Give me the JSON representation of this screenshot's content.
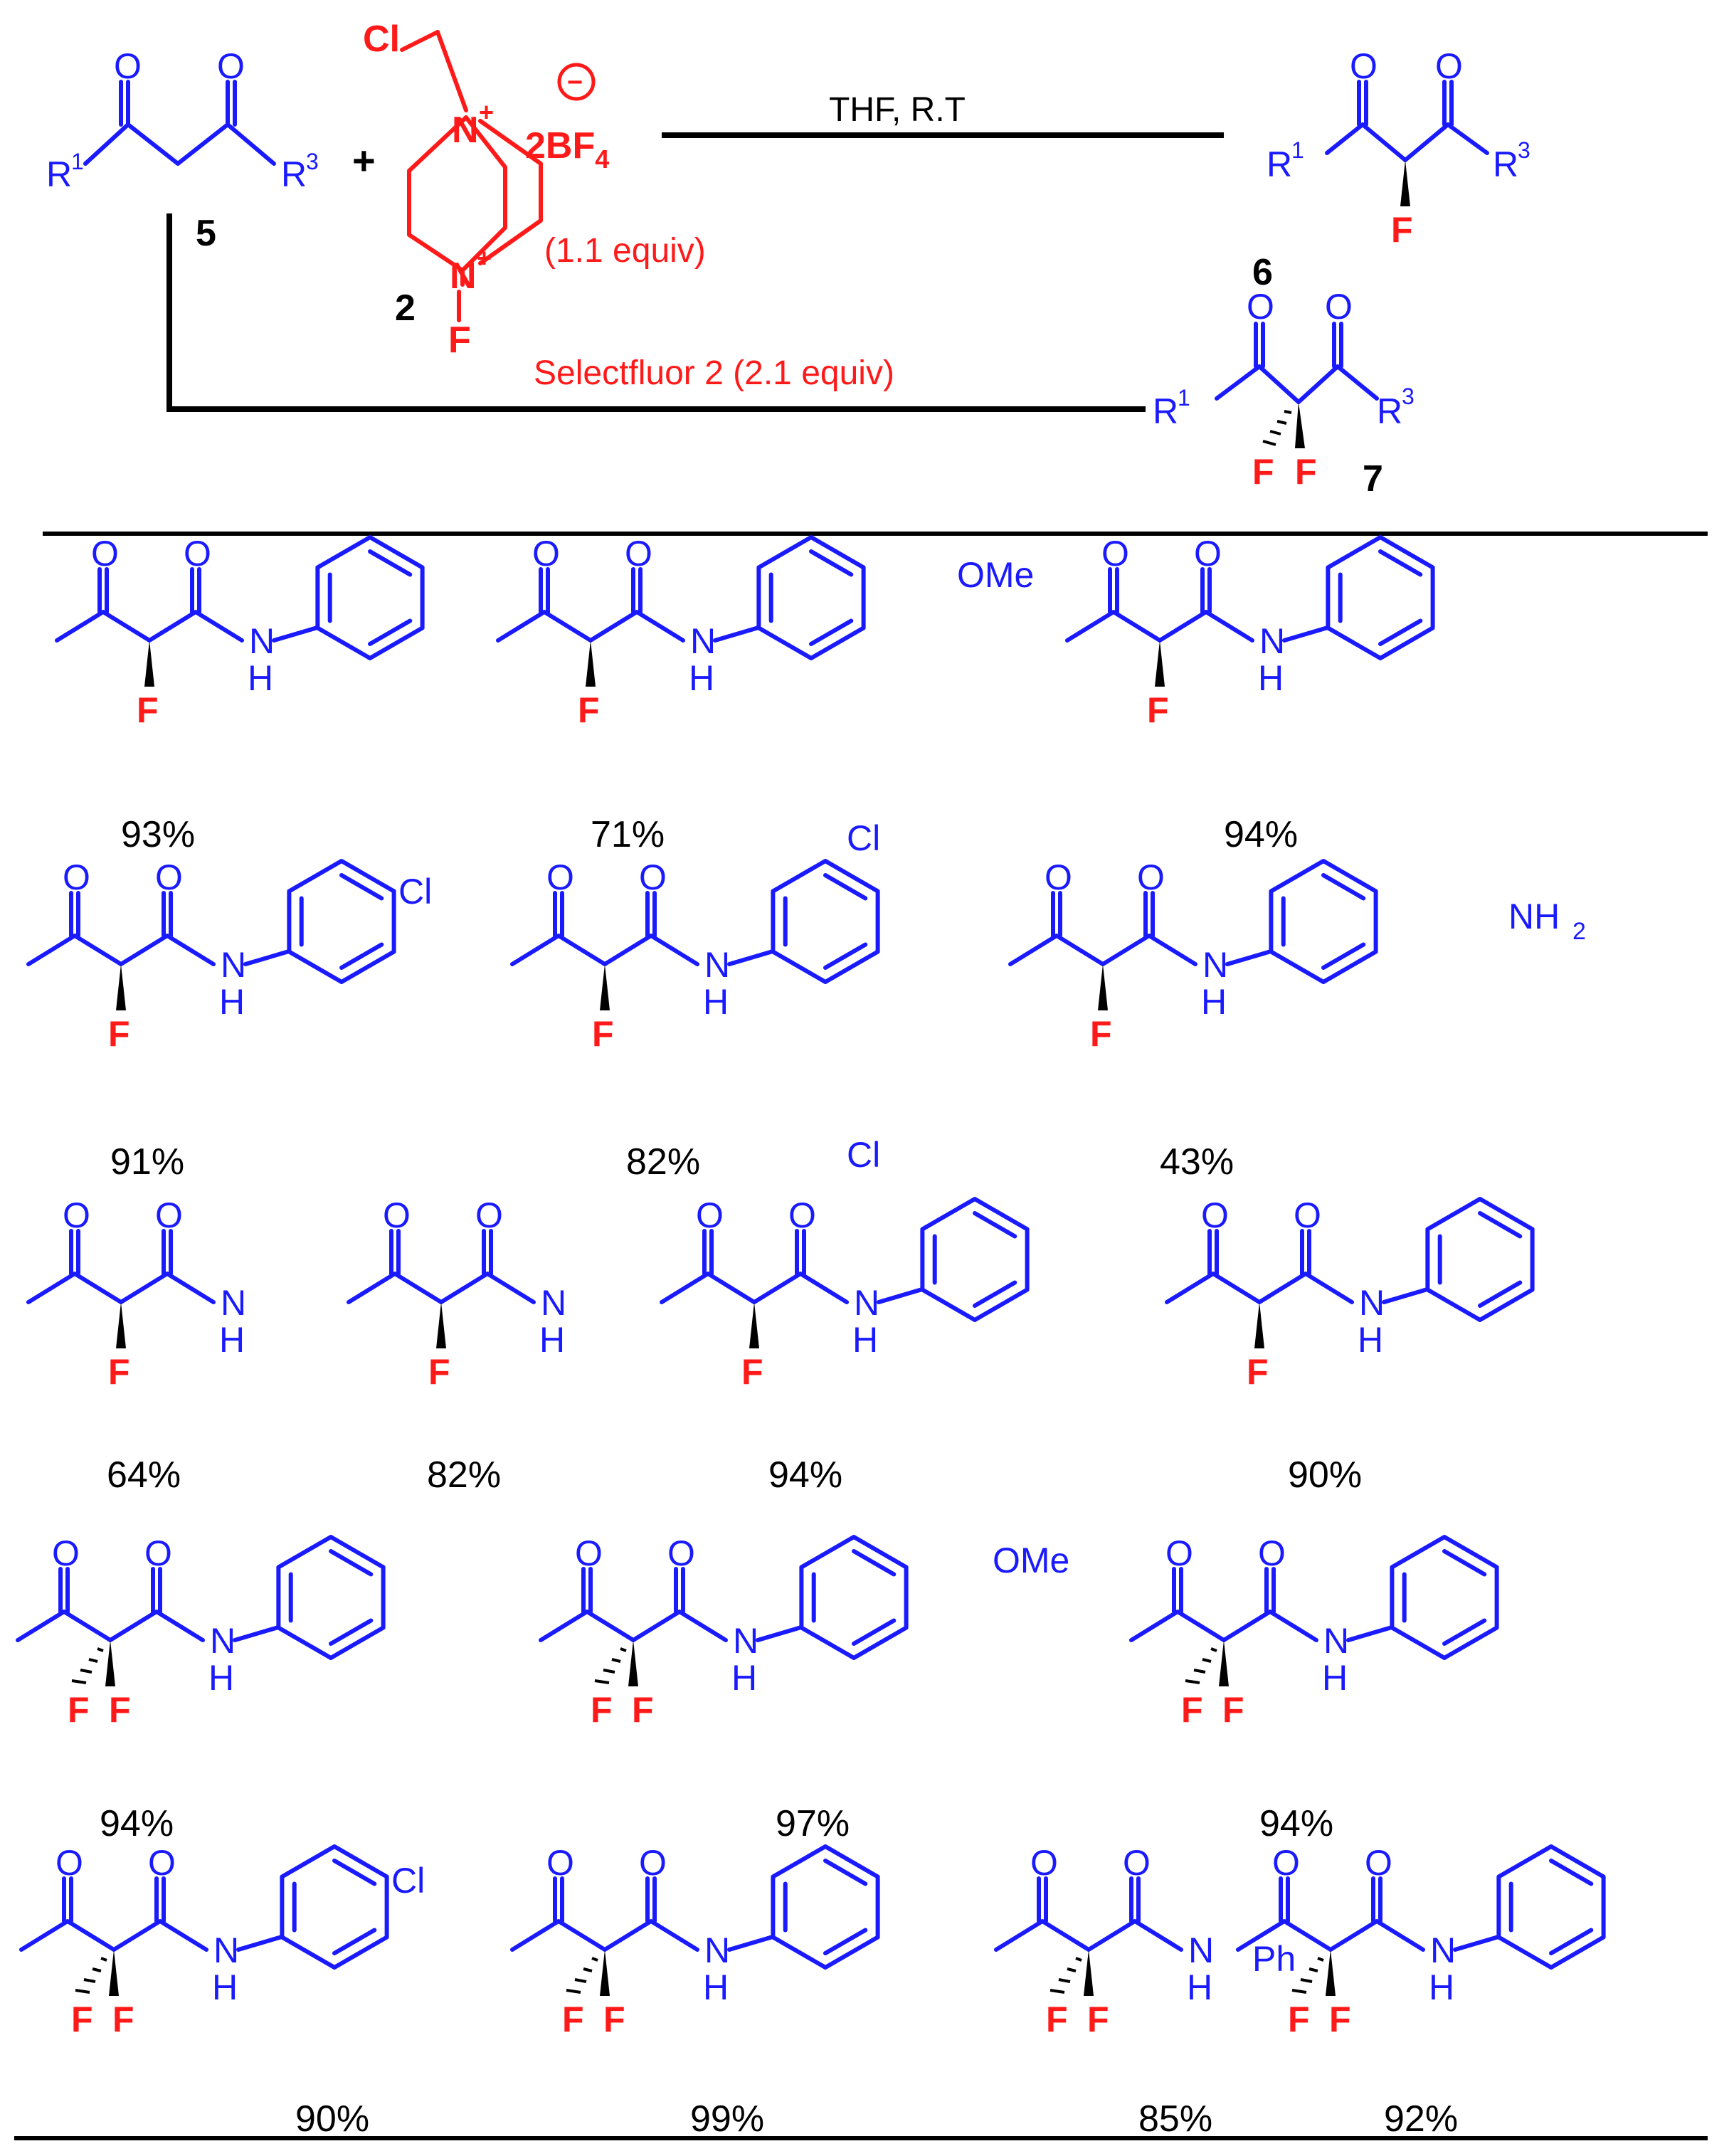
{
  "reaction": {
    "conditions_top": "THF, R.T",
    "conditions_bottom": "Selectfluor 2 (2.1 equiv)",
    "reagent_equiv": "(1.1 equiv)",
    "reagent_counterion": "2BF",
    "reagent_counterion_sub": "4",
    "charge_symbol": "−",
    "plus": "+",
    "labels": {
      "substrate": "5",
      "reagent": "2",
      "mono": "6",
      "di": "7"
    },
    "atoms": {
      "O": "O",
      "F": "F",
      "Cl": "Cl",
      "N": "N",
      "plus": "+",
      "R": "R",
      "one": "1",
      "three": "3",
      "H": "H",
      "OMe": "OMe",
      "NH": "NH",
      "two": "2",
      "Ph": "Ph"
    }
  },
  "yields": {
    "row1": [
      "93%",
      "71%",
      "94%"
    ],
    "row2": [
      "91%",
      "82%",
      "43%"
    ],
    "row3": [
      "64%",
      "82%",
      "94%",
      "90%"
    ],
    "row4": [
      "94%",
      "97%",
      "94%"
    ],
    "row5": [
      "90%",
      "99%",
      "85%",
      "92%"
    ]
  },
  "colors": {
    "substrate": "#1a1aff",
    "fluorine_reagent": "#ff1a1a",
    "text": "#000000"
  }
}
